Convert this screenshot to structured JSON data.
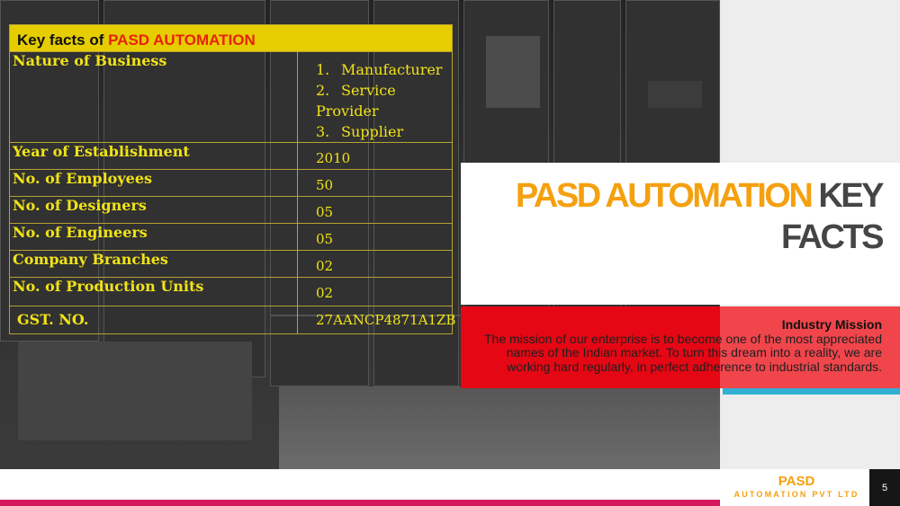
{
  "table": {
    "heading_prefix": "Key facts of ",
    "heading_brand": "PASD AUTOMATION",
    "nature_label": "Nature of Business",
    "nature_items": [
      {
        "num": "1.",
        "text": "Manufacturer"
      },
      {
        "num": "2.",
        "text": "Service Provider"
      },
      {
        "num": "3.",
        "text": "Supplier"
      }
    ],
    "rows": [
      {
        "label": "Year of Establishment",
        "value": "2010"
      },
      {
        "label": "No. of Employees",
        "value": "50"
      },
      {
        "label": "No. of Designers",
        "value": "05"
      },
      {
        "label": "No. of Engineers",
        "value": "05"
      },
      {
        "label": "Company Branches",
        "value": "02"
      },
      {
        "label": "No. of Production Units",
        "value": "02"
      },
      {
        "label": "GST. NO.",
        "value": "27AANCP4871A1ZB"
      }
    ]
  },
  "title": {
    "orange": "PASD AUTOMATION",
    "gray1": " KEY",
    "gray2": "FACTS"
  },
  "mission": {
    "heading": "Industry Mission",
    "body": "The mission of our enterprise is to become one of the most appreciated names of the Indian market. To turn this dream into a reality, we are working hard regularly, in perfect adherence to industrial standards."
  },
  "logo": {
    "line1": "PASD",
    "line2": "AUTOMATION PVT LTD"
  },
  "page_number": "5",
  "colors": {
    "header_yellow": "#e6cd00",
    "label_yellow": "#f1e317",
    "brand_red": "#e8220c",
    "title_orange": "#f5a00f",
    "title_gray": "#454545",
    "mission_red": "#e50714",
    "accent_blue": "#31b0d4",
    "footer_pink": "#d6185d"
  }
}
